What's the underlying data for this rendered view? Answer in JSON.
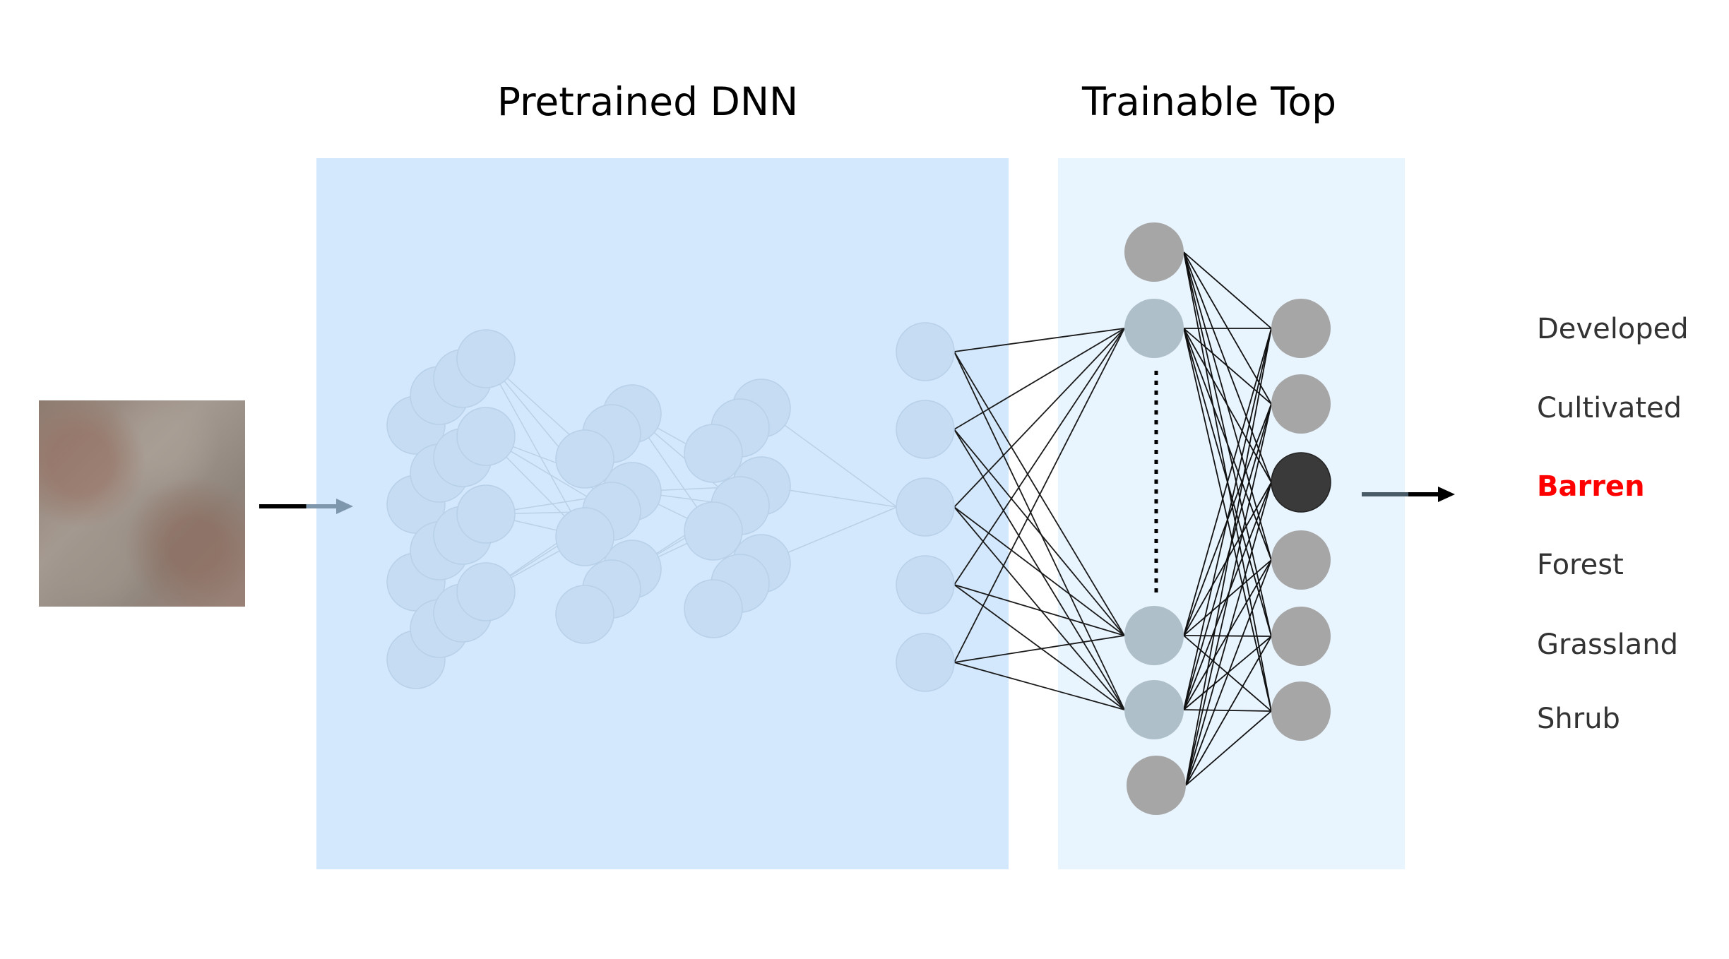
{
  "titles": {
    "pretrained": "Pretrained DNN",
    "trainable": "Trainable Top"
  },
  "classes": [
    {
      "label": "Developed",
      "highlight": false
    },
    {
      "label": "Cultivated",
      "highlight": false
    },
    {
      "label": "Barren",
      "highlight": true
    },
    {
      "label": "Forest",
      "highlight": false
    },
    {
      "label": "Grassland",
      "highlight": false
    },
    {
      "label": "Shrub",
      "highlight": false
    }
  ],
  "colors": {
    "pretrained_panel": "#d3e8fc",
    "trainable_panel": "#e8f4fe",
    "faded_node": "#c5dcf2",
    "blue_gray_node": "#aebfca",
    "gray_node": "#a6a6a6",
    "active_node": "#3a3a3a",
    "highlight_text": "#ff0000"
  }
}
